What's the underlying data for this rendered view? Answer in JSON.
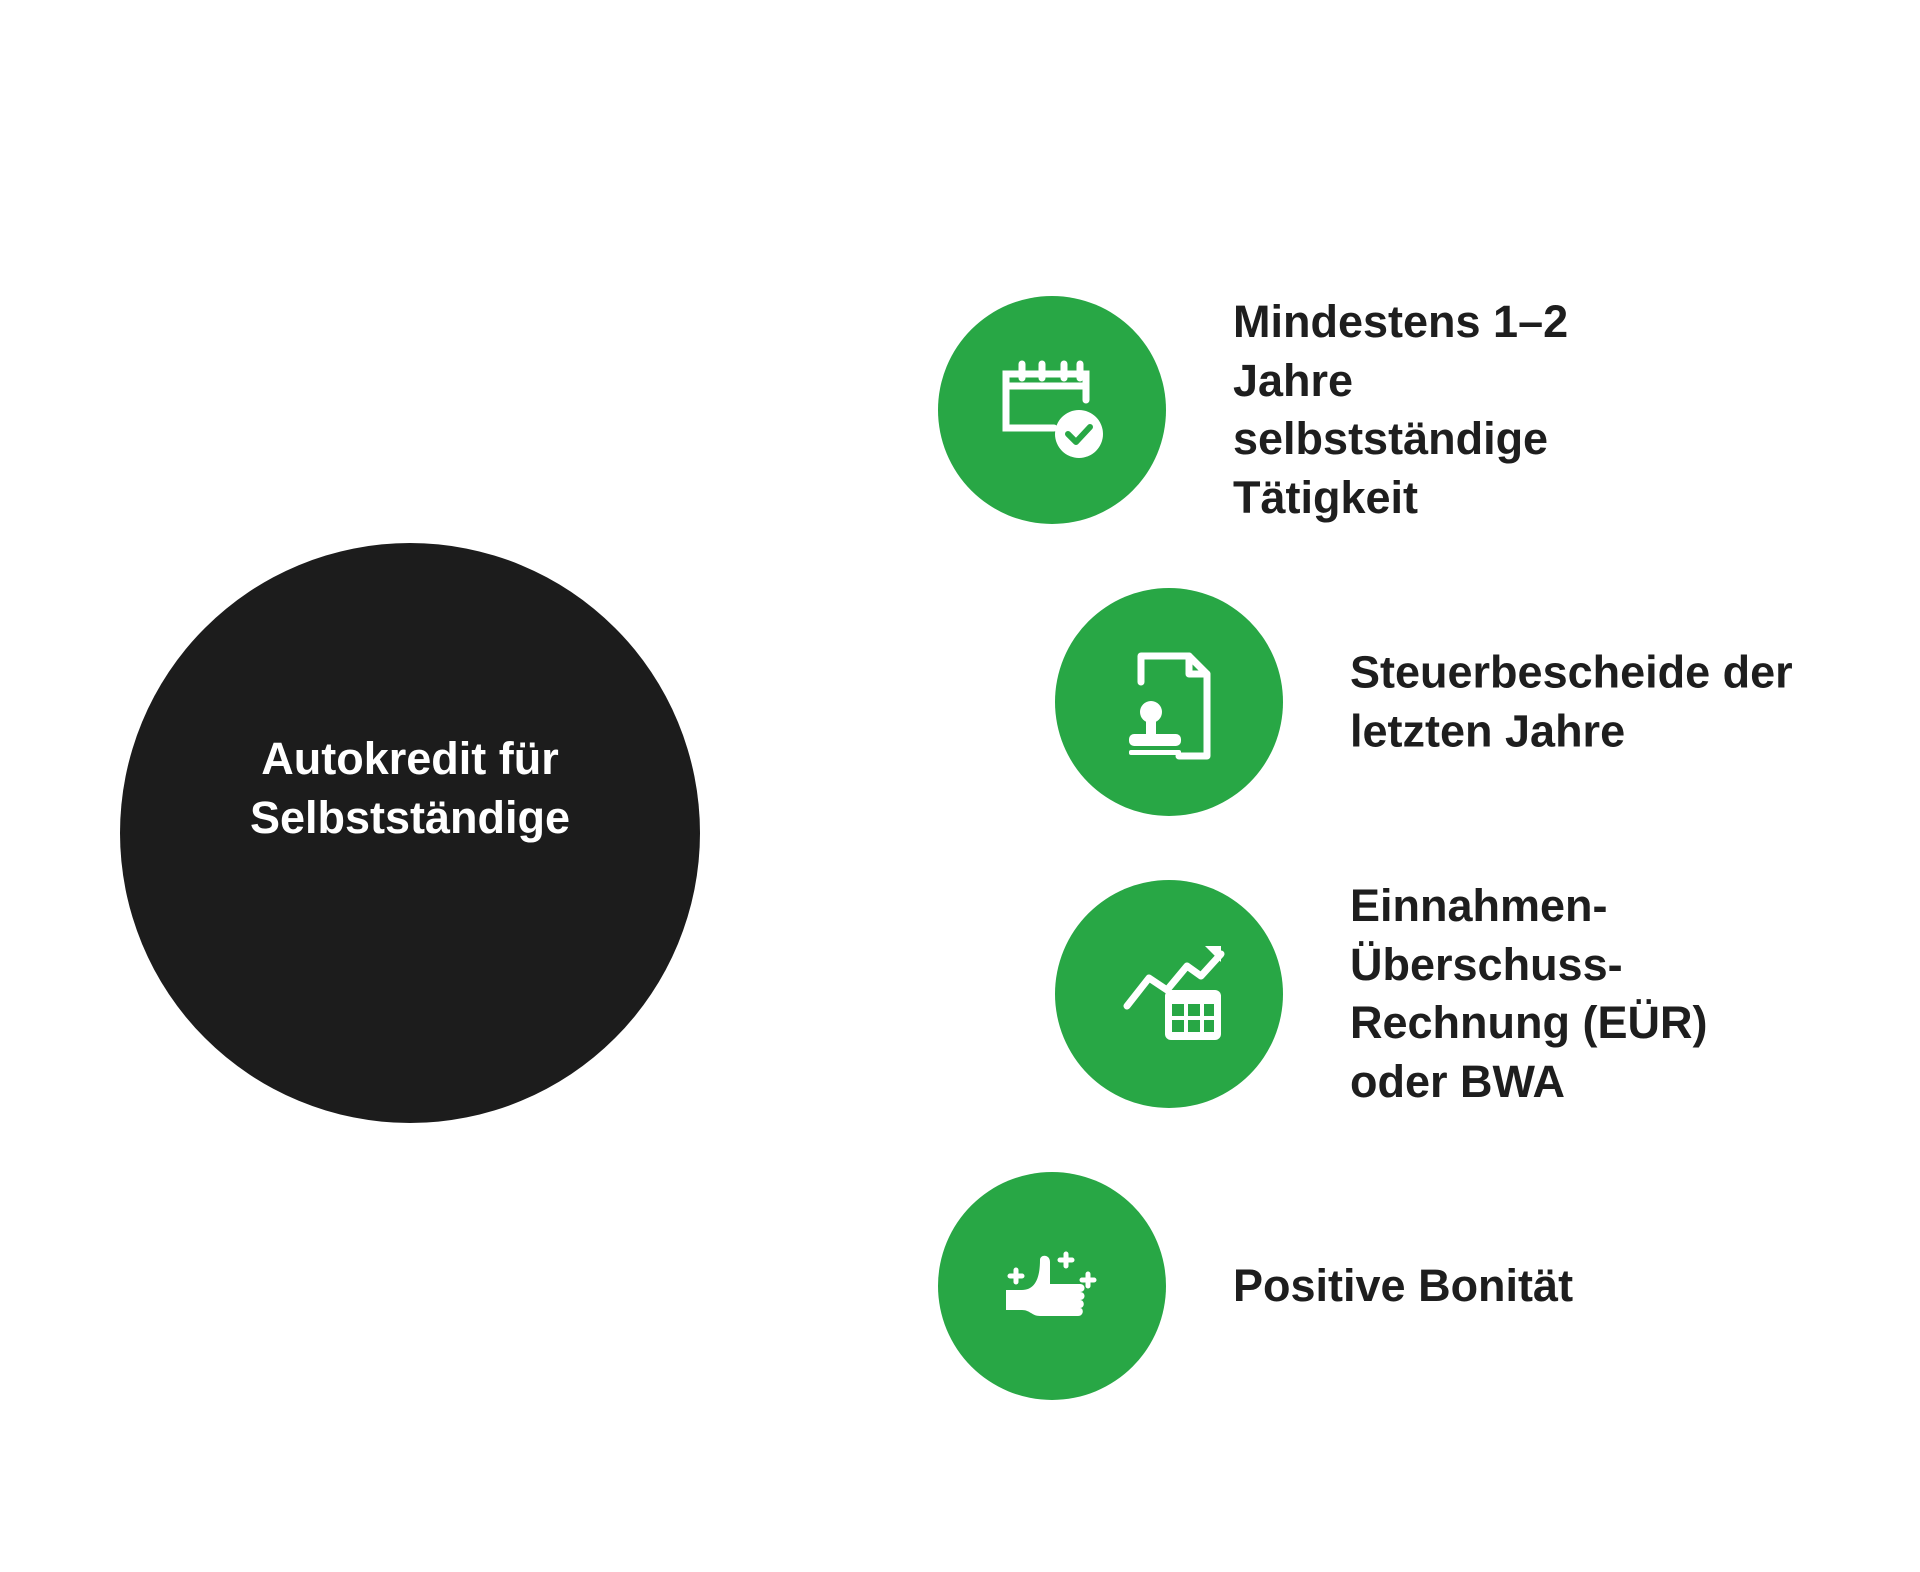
{
  "center": {
    "title_line1": "Autokredit für",
    "title_line2": "Selbstständige"
  },
  "items": [
    {
      "icon": "calendar-check-icon",
      "label": "Mindestens 1–2\nJahre\nselbstständige\nTätigkeit"
    },
    {
      "icon": "stamped-document-icon",
      "label": "Steuerbescheide der\nletzten Jahre"
    },
    {
      "icon": "growth-chart-table-icon",
      "label": "Einnahmen-\nÜberschuss-\nRechnung (EÜR)\noder BWA"
    },
    {
      "icon": "thumbs-up-sparkle-icon",
      "label": "Positive Bonität"
    }
  ],
  "colors": {
    "accent": "#28a745",
    "center": "#1c1c1c",
    "text": "#1e1e1e"
  }
}
